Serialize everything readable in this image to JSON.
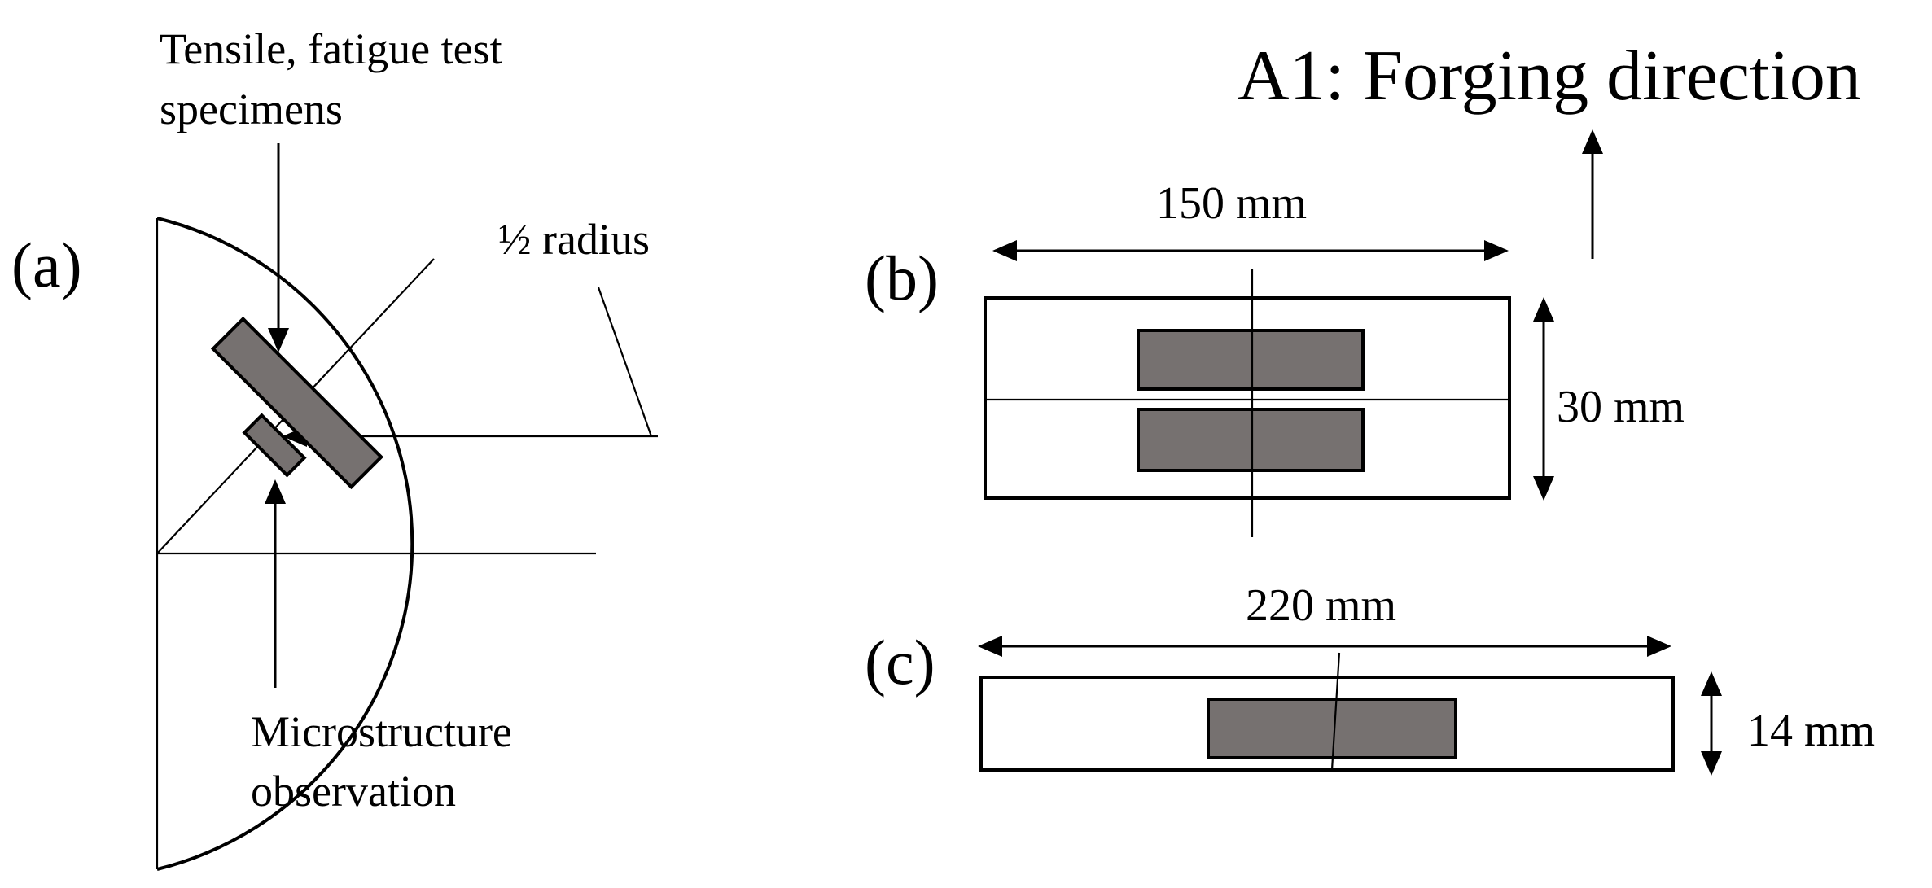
{
  "title": "A1: Forging direction",
  "colors": {
    "specimen_fill": "#767170",
    "line": "#000000",
    "background": "#ffffff"
  },
  "panel_a": {
    "label": "(a)",
    "tensile_label_line1": "Tensile, fatigue test",
    "tensile_label_line2": "specimens",
    "half_radius_label": "½ radius",
    "micro_label_line1": "Microstructure",
    "micro_label_line2": "observation"
  },
  "panel_b": {
    "label": "(b)",
    "width_label": "150 mm",
    "height_label": "30 mm"
  },
  "panel_c": {
    "label": "(c)",
    "width_label": "220 mm",
    "height_label": "14 mm"
  }
}
